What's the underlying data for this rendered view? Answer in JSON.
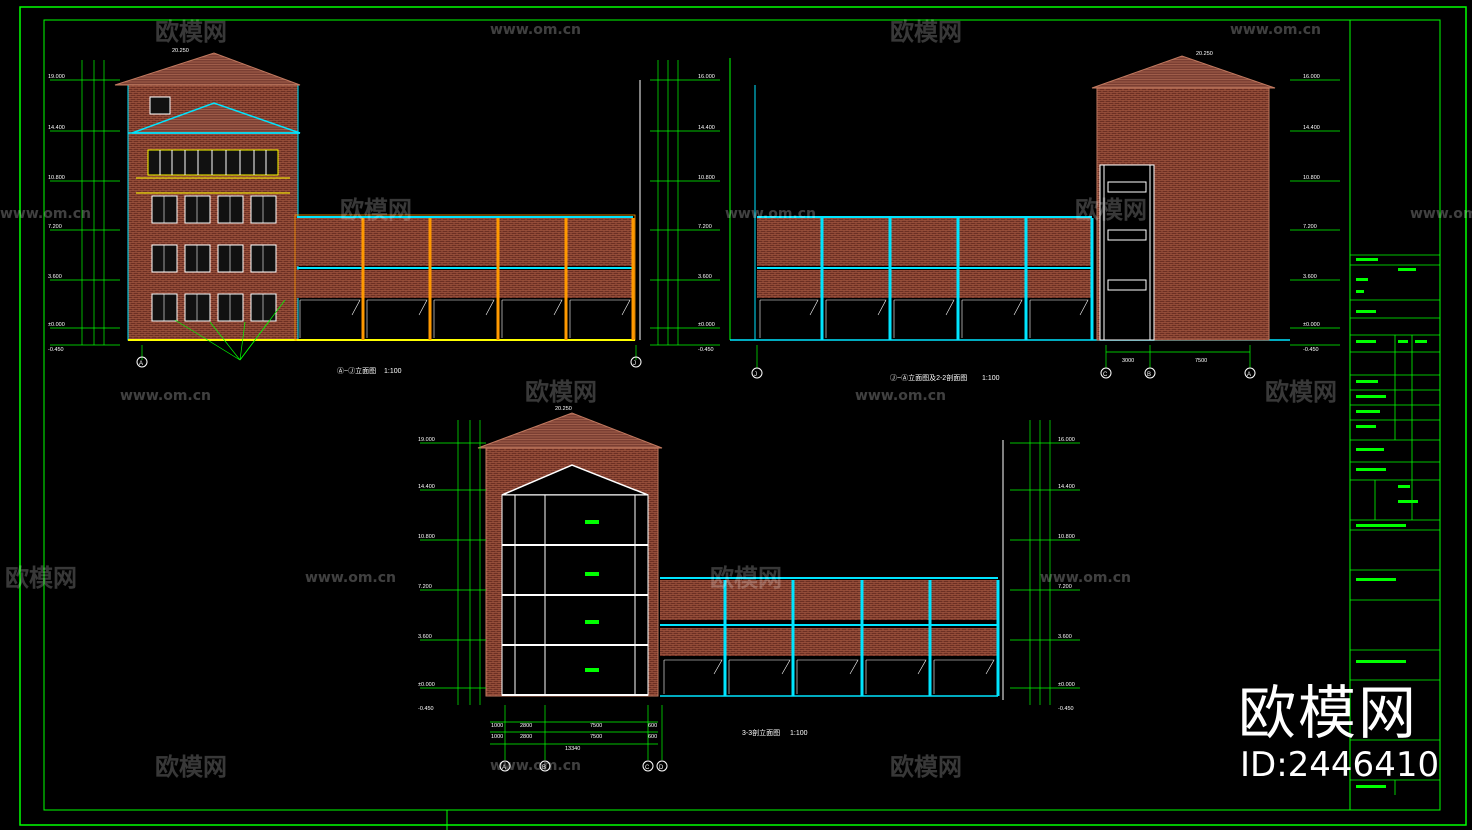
{
  "watermark": {
    "brand": "欧模网",
    "url": "www.om.cn",
    "logo_text": "欧模网",
    "id_text": "ID:2446410"
  },
  "views": {
    "elevation_a_j": {
      "caption": "Ⓐ~Ⓙ立面图",
      "scale": "1:100",
      "axis_left": "A",
      "axis_right": "J"
    },
    "elevation_j_a_section_2": {
      "caption": "Ⓙ~Ⓐ立面图及2-2剖面图",
      "scale": "1:100",
      "axis_j": "J",
      "axis_c": "C",
      "axis_b": "B",
      "axis_a": "A"
    },
    "section_3": {
      "caption": "3-3剖立面图",
      "scale": "1:100",
      "axis_a": "A",
      "axis_b": "B",
      "axis_c": "C",
      "axis_d": "D"
    }
  },
  "dims": {
    "left_levels": [
      "19.000",
      "14.400",
      "10.800",
      "7.200",
      "3.600",
      "±0.000",
      "-0.450"
    ],
    "right_levels": [
      "16.000",
      "14.400",
      "10.800",
      "7.200",
      "3.600",
      "±0.000",
      "-0.450"
    ],
    "section_bottom_1": [
      "1000",
      "2800",
      "7500",
      "600"
    ],
    "section_bottom_2": [
      "1000",
      "2800",
      "7500",
      "600"
    ],
    "section_total": "13340",
    "j_bottom": [
      "3000",
      "7500"
    ],
    "ridge_left": "20.250",
    "ridge_right": "20.250",
    "ridge_section": "20.250"
  },
  "colors": {
    "frame": "#00ff00",
    "brick": "#7a3a2c",
    "brick_hatch": "#b86a4e",
    "cyan": "#00e5ff",
    "yellow": "#ffff00",
    "white": "#ffffff",
    "roof": "#8b4a3a"
  }
}
